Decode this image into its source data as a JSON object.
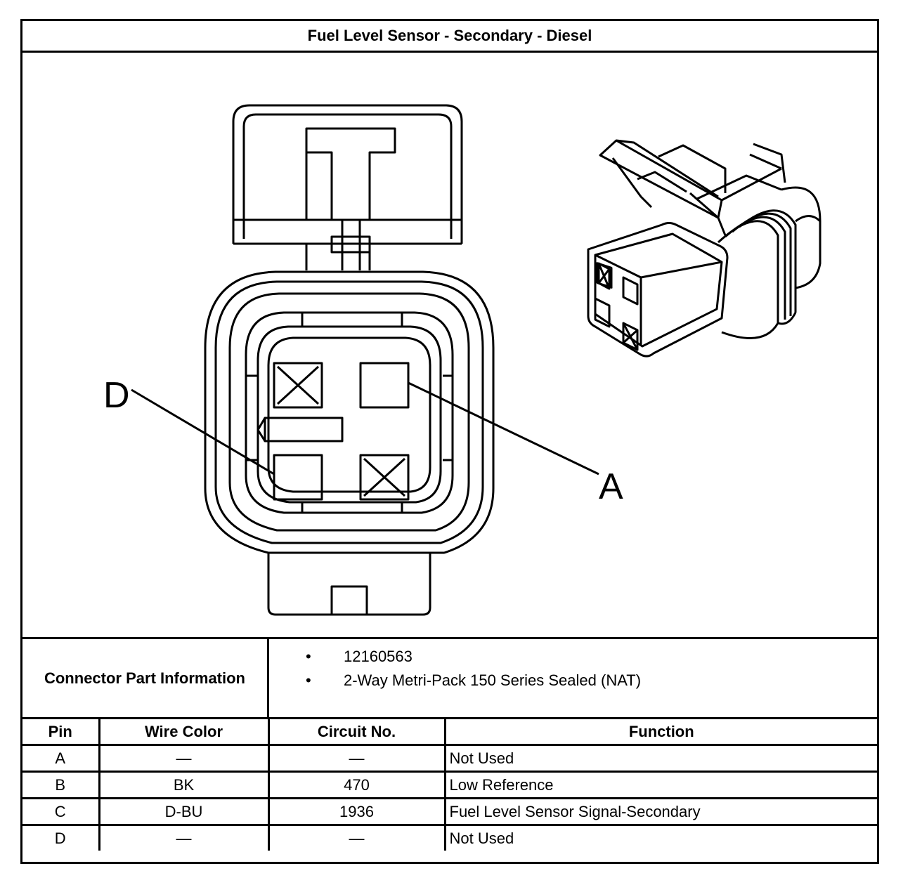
{
  "title": "Fuel Level Sensor - Secondary - Diesel",
  "diagram": {
    "label_d": "D",
    "label_a": "A"
  },
  "connector_info": {
    "label": "Connector Part Information",
    "items": [
      "12160563",
      "2-Way Metri-Pack 150 Series Sealed (NAT)"
    ]
  },
  "pin_table": {
    "headers": [
      "Pin",
      "Wire Color",
      "Circuit No.",
      "Function"
    ],
    "rows": [
      {
        "pin": "A",
        "wire_color": "—",
        "circuit": "—",
        "function": "Not Used"
      },
      {
        "pin": "B",
        "wire_color": "BK",
        "circuit": "470",
        "function": "Low Reference"
      },
      {
        "pin": "C",
        "wire_color": "D-BU",
        "circuit": "1936",
        "function": "Fuel Level Sensor Signal-Secondary"
      },
      {
        "pin": "D",
        "wire_color": "—",
        "circuit": "—",
        "function": "Not Used"
      }
    ]
  }
}
